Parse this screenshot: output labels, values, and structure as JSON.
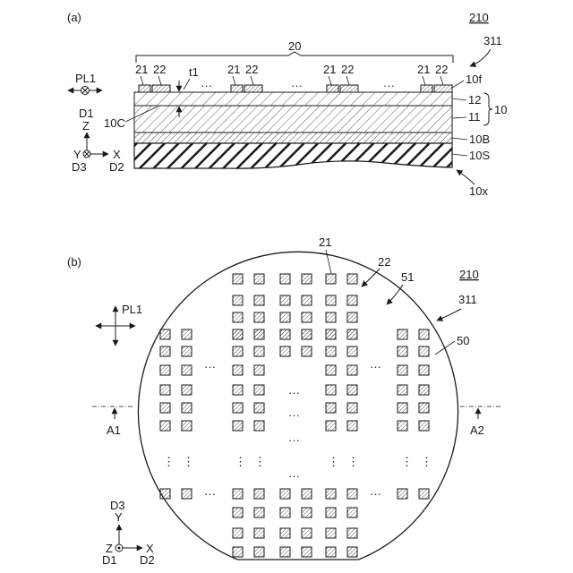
{
  "panel_a": {
    "panel_label": "(a)",
    "figure_ref": "210",
    "group_20": "20",
    "device_311": "311",
    "pad_21": "21",
    "pad_22": "22",
    "ellipsis": "···",
    "thickness": "t1",
    "surface_10f": "10f",
    "layer_12": "12",
    "stack_10": "10",
    "layer_11": "11",
    "plane_10C": "10C",
    "layer_10B": "10B",
    "substrate_10S": "10S",
    "edge_10x": "10x",
    "axes": {
      "pl1": "PL1",
      "d1": "D1",
      "z": "Z",
      "y": "Y",
      "x": "X",
      "d3": "D3",
      "d2": "D2"
    }
  },
  "panel_b": {
    "panel_label": "(b)",
    "figure_ref": "210",
    "pad_21": "21",
    "pad_22": "22",
    "region_51": "51",
    "device_311": "311",
    "edge_50": "50",
    "section_A1": "A1",
    "section_A2": "A2",
    "ellipsis": "···",
    "vdots": "⋮",
    "axes": {
      "pl1": "PL1",
      "d3": "D3",
      "y": "Y",
      "z": "Z",
      "x": "X",
      "d1": "D1",
      "d2": "D2"
    }
  },
  "colors": {
    "line": "#1a1a1a",
    "background": "#ffffff"
  }
}
